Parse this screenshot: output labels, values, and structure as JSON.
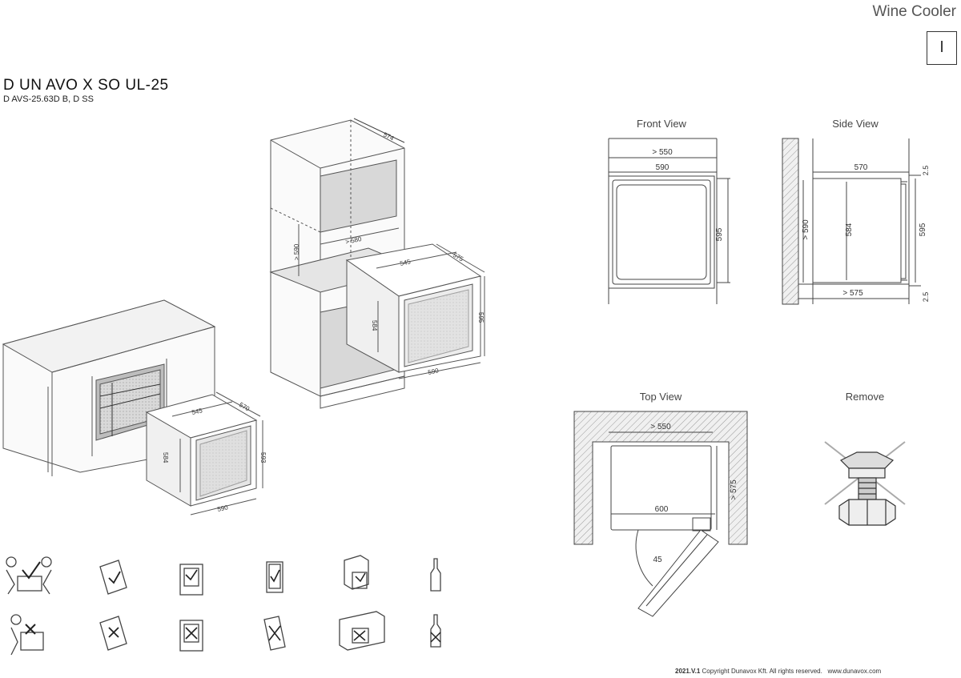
{
  "header": {
    "category": "Wine Cooler",
    "version_box": "I",
    "model_title": "D UN AVO X SO UL-25",
    "model_subtitle": "D AVS-25.63D B, D SS"
  },
  "views": {
    "front": "Front View",
    "side": "Side View",
    "top": "Top View",
    "remove": "Remove"
  },
  "dimensions": {
    "front_gt550": "> 550",
    "front_590": "590",
    "front_595": "595",
    "side_570": "570",
    "side_25_top": "2.5",
    "side_gt590": "> 590",
    "side_584": "584",
    "side_595": "595",
    "side_gt575": "> 575",
    "side_25_bottom": "2.5",
    "top_gt550": "> 550",
    "top_600": "600",
    "top_gt575": "> 575",
    "top_45": "45",
    "iso_574": "574",
    "iso_gt580": "> 580",
    "iso_gt590": "> 590",
    "iso_545": "545",
    "iso_575": "575",
    "iso_584": "584",
    "iso_595": "595",
    "iso_590": "590",
    "small_545": "545",
    "small_570": "570",
    "small_584": "584",
    "small_593": "593",
    "small_590": "590"
  },
  "footer": {
    "year_version": "2021.V.1",
    "copyright": "Copyright Dunavox Kft. All rights reserved.",
    "website": "www.dunavox.com"
  }
}
